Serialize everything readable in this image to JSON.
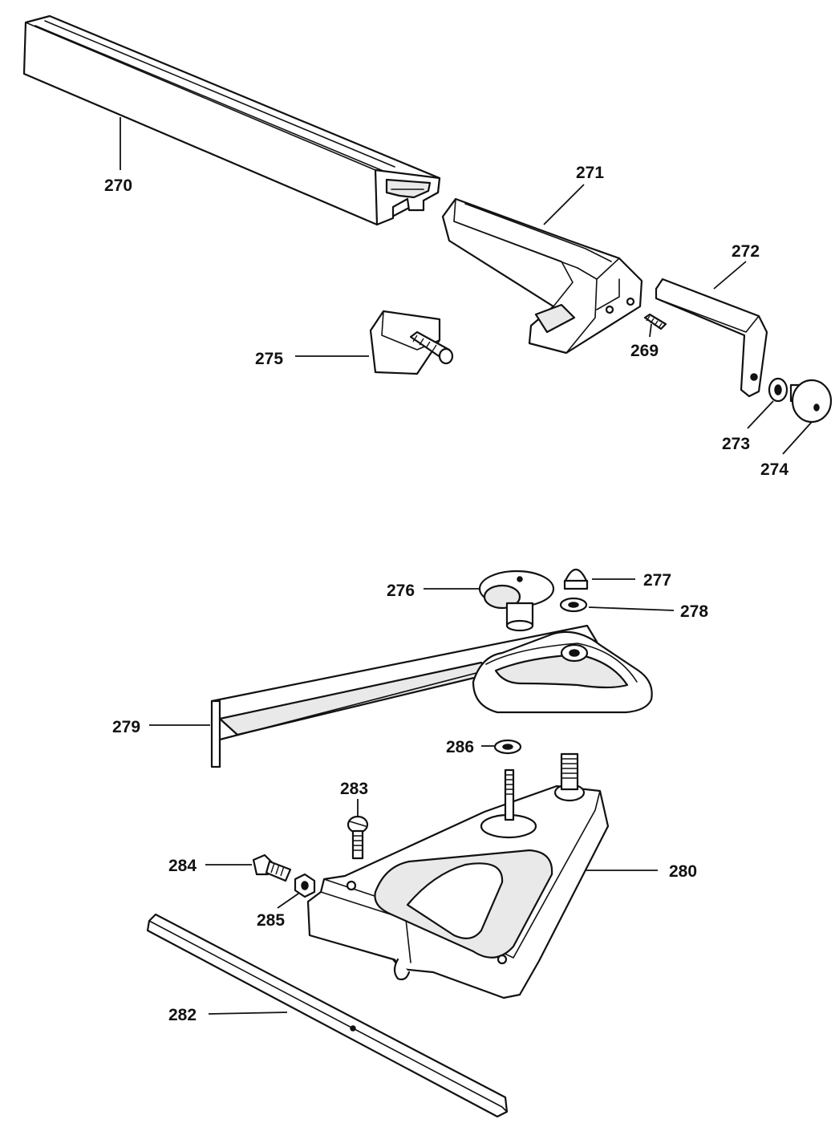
{
  "callouts": {
    "p269": "269",
    "p270": "270",
    "p271": "271",
    "p272": "272",
    "p273": "273",
    "p274": "274",
    "p275": "275",
    "p276": "276",
    "p277": "277",
    "p278": "278",
    "p279": "279",
    "p280": "280",
    "p282": "282",
    "p283": "283",
    "p284": "284",
    "p285": "285",
    "p286": "286"
  },
  "colors": {
    "line": "#111111",
    "background": "#ffffff"
  }
}
